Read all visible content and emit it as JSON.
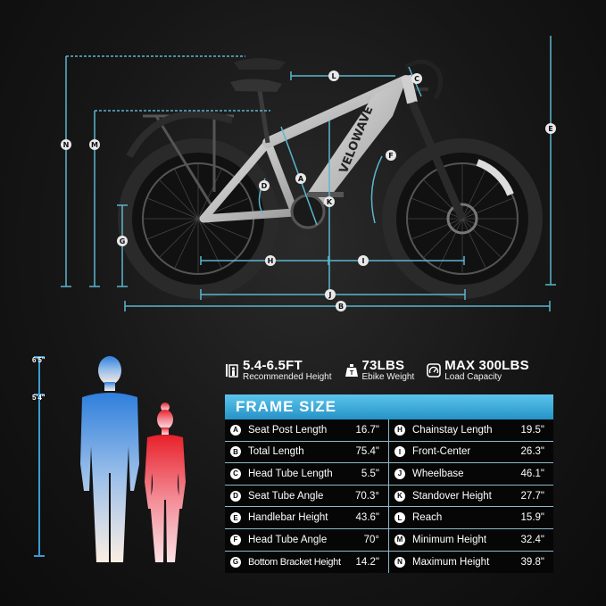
{
  "brand": "VELOWAVE",
  "diagram": {
    "labels": [
      "A",
      "B",
      "C",
      "D",
      "E",
      "F",
      "G",
      "H",
      "I",
      "J",
      "K",
      "L",
      "M",
      "N"
    ],
    "accent_color": "#5ab6cf"
  },
  "height_chart": {
    "tick_high": "6'5\"",
    "tick_low": "5'4\"",
    "male_color": "#2f7fdc",
    "female_color": "#e8202a"
  },
  "specs": [
    {
      "icon": "height-icon",
      "main": "5.4-6.5FT",
      "sub": "Recommended Height"
    },
    {
      "icon": "weight-icon",
      "main": "73LBS",
      "sub": "Ebike Weight"
    },
    {
      "icon": "gauge-icon",
      "main": "MAX 300LBS",
      "sub": "Load Capacity"
    }
  ],
  "frame_size": {
    "title": "FRAME SIZE",
    "rows": [
      {
        "left": {
          "key": "A",
          "label": "Seat Post Length",
          "value": "16.7\""
        },
        "right": {
          "key": "H",
          "label": "Chainstay Length",
          "value": "19.5\""
        }
      },
      {
        "left": {
          "key": "B",
          "label": "Total Length",
          "value": "75.4\""
        },
        "right": {
          "key": "I",
          "label": "Front-Center",
          "value": "26.3\""
        }
      },
      {
        "left": {
          "key": "C",
          "label": "Head Tube Length",
          "value": "5.5\""
        },
        "right": {
          "key": "J",
          "label": "Wheelbase",
          "value": "46.1\""
        }
      },
      {
        "left": {
          "key": "D",
          "label": "Seat Tube Angle",
          "value": "70.3°"
        },
        "right": {
          "key": "K",
          "label": "Standover Height",
          "value": "27.7\""
        }
      },
      {
        "left": {
          "key": "E",
          "label": "Handlebar Height",
          "value": "43.6\""
        },
        "right": {
          "key": "L",
          "label": "Reach",
          "value": "15.9\""
        }
      },
      {
        "left": {
          "key": "F",
          "label": "Head Tube Angle",
          "value": "70°"
        },
        "right": {
          "key": "M",
          "label": "Minimum Height",
          "value": "32.4\""
        }
      },
      {
        "left": {
          "key": "G",
          "label": "Bottom Bracket Height",
          "value": "14.2\""
        },
        "right": {
          "key": "N",
          "label": "Maximum Height",
          "value": "39.8\""
        }
      }
    ]
  }
}
